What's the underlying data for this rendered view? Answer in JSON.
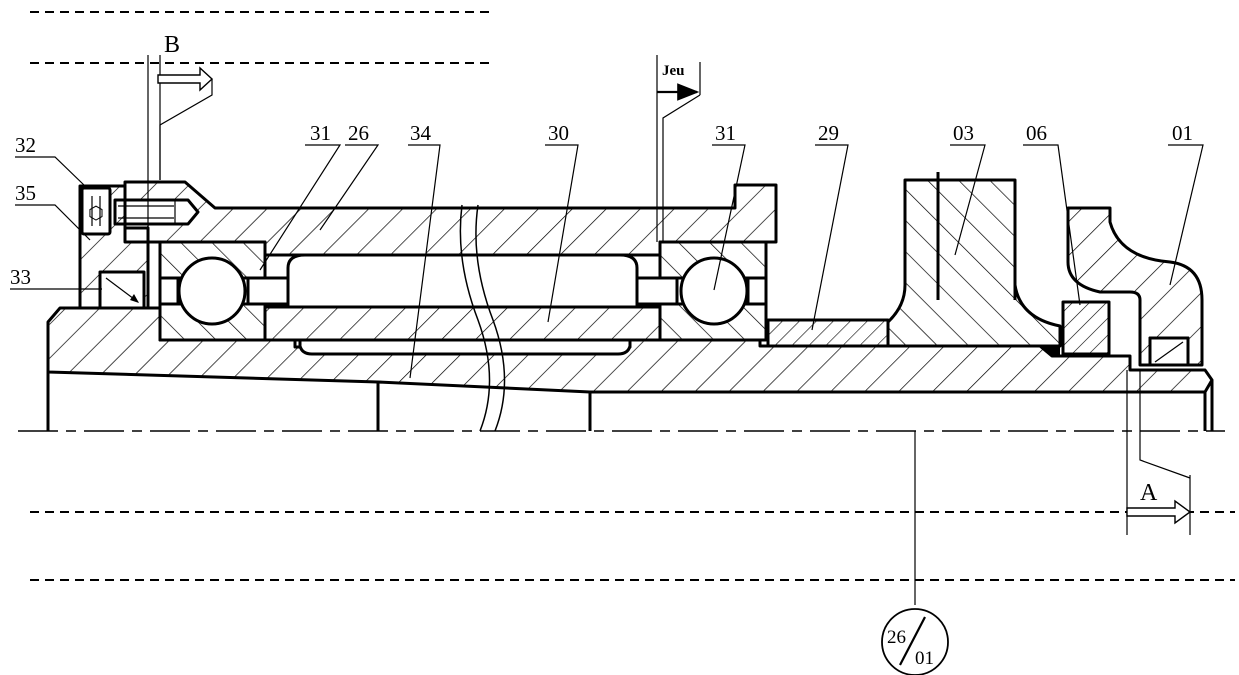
{
  "labels": {
    "l32": "32",
    "l35": "35",
    "l33": "33",
    "l31a": "31",
    "l26": "26",
    "l34": "34",
    "l30": "30",
    "l31b": "31",
    "l29": "29",
    "l03": "03",
    "l06": "06",
    "l01": "01"
  },
  "section_b": "B",
  "section_a": "A",
  "clearance": "Jeu",
  "fit": {
    "numerator": "26",
    "denominator": "01"
  }
}
